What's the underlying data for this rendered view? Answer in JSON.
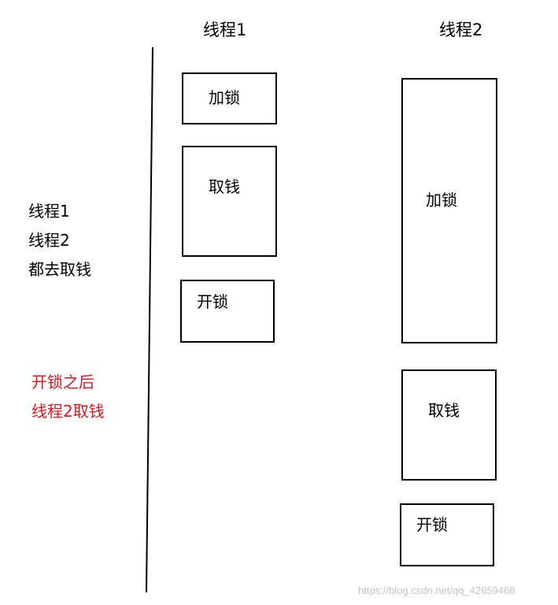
{
  "columns": {
    "thread1_title": "线程1",
    "thread2_title": "线程2"
  },
  "thread1_steps": {
    "lock": "加锁",
    "withdraw": "取钱",
    "unlock": "开锁"
  },
  "thread2_steps": {
    "lock": "加锁",
    "withdraw": "取钱",
    "unlock": "开锁"
  },
  "notes": {
    "black": [
      "线程1",
      "线程2",
      "都去取钱"
    ],
    "red": [
      "开锁之后",
      "线程2取钱"
    ]
  },
  "colors": {
    "text": "#000000",
    "highlight": "#e8141b",
    "watermark": "#c4c4c4"
  },
  "watermark": "https://blog.csdn.net/qq_42659468"
}
